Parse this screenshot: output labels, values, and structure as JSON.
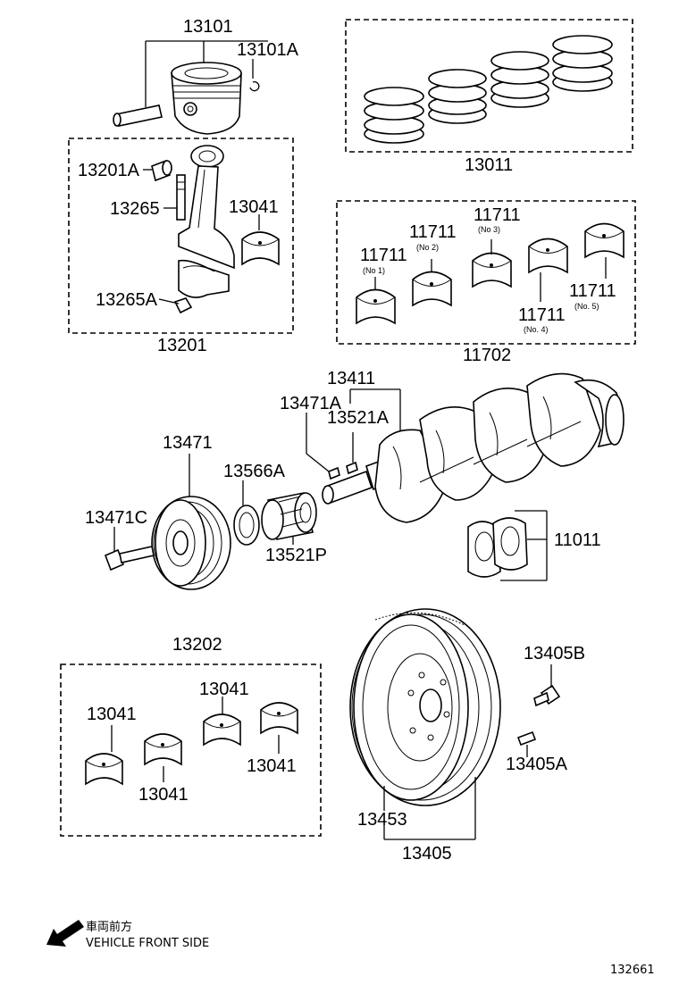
{
  "labels": {
    "p13101": "13101",
    "p13101A": "13101A",
    "p13011": "13011",
    "p13201A": "13201A",
    "p13265": "13265",
    "p13041_rod": "13041",
    "p13265A": "13265A",
    "p13201": "13201",
    "p11711_a": "11711",
    "p11711_b": "11711",
    "p11711_c": "11711",
    "p11711_d": "11711",
    "p11711_e": "11711",
    "p11702": "11702",
    "p13411": "13411",
    "p13471A": "13471A",
    "p13521A": "13521A",
    "p13471": "13471",
    "p13566A": "13566A",
    "p13471C": "13471C",
    "p13521P": "13521P",
    "p11011": "11011",
    "p13202": "13202",
    "p13041_a": "13041",
    "p13041_b": "13041",
    "p13041_c": "13041",
    "p13041_d": "13041",
    "p13405B": "13405B",
    "p13405A": "13405A",
    "p13453": "13453",
    "p13405": "13405"
  },
  "bearing_nos": {
    "no1": "(No 1)",
    "no2": "(No 2)",
    "no3": "(No 3)",
    "no4": "(No. 4)",
    "no5": "(No. 5)"
  },
  "direction_note": {
    "japanese": "車両前方",
    "english": "VEHICLE FRONT SIDE"
  },
  "figure_id": "132661"
}
